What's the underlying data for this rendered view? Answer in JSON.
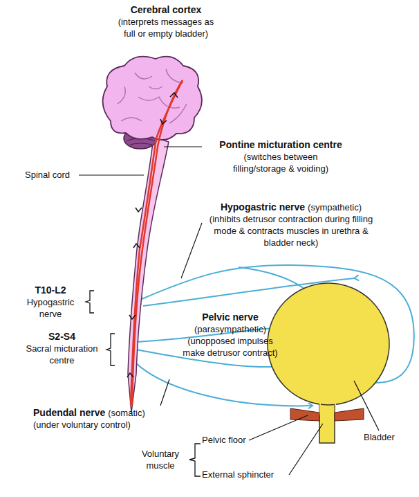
{
  "diagram": {
    "labels": [
      "Cerebral cortex",
      "(interprets messages as full or empty bladder)",
      "Pontine micturation centre",
      "(switches between filling/storage & voiding)",
      "Spinal cord",
      "Hypogastric nerve",
      "(sympathetic)",
      "(inhibits detrusor contraction during filling mode & contracts muscles in urethra & bladder neck)",
      "T10-L2",
      "Hypogastric nerve",
      "Pelvic nerve",
      "(parasympathetic)",
      "(unopposed impulses make detrusor contract)",
      "S2-S4",
      "Sacral micturation centre",
      "Pudendal nerve",
      "(somatic)",
      "(under voluntary control)",
      "Bladder",
      "Pelvic floor",
      "External sphincter",
      "Voluntary muscle"
    ]
  }
}
